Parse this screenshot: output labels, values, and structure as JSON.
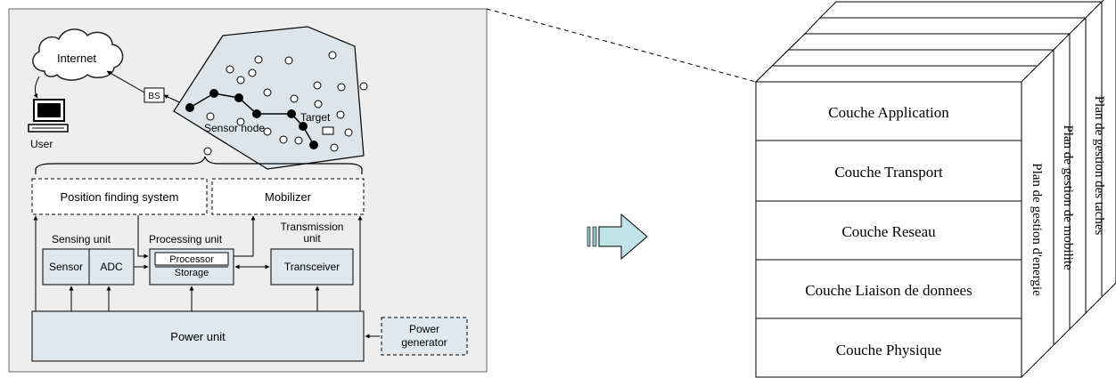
{
  "colors": {
    "panel_bg": "#eeeeee",
    "field_fill": "#dde5ea",
    "unit_fill": "#dfe8ee",
    "arrow_fill": "#bfe3e8",
    "line": "#000000"
  },
  "left": {
    "internet": "Internet",
    "user": "User",
    "bs": "BS",
    "sensor_node": "Sensor node",
    "target": "Target",
    "position_finding": "Position finding system",
    "mobilizer": "Mobilizer",
    "sensing_unit": "Sensing unit",
    "processing_unit": "Processing unit",
    "transmission_unit_1": "Transmission",
    "transmission_unit_2": "unit",
    "sensor": "Sensor",
    "adc": "ADC",
    "processor": "Processor",
    "storage": "Storage",
    "transceiver": "Transceiver",
    "power_unit": "Power unit",
    "power_generator_1": "Power",
    "power_generator_2": "generator"
  },
  "right": {
    "layers": [
      "Couche Application",
      "Couche Transport",
      "Couche Reseau",
      "Couche Liaison de donnees",
      "Couche Physique"
    ],
    "planes": [
      "Plan de gestion d'energie",
      "Plan de gestion de mobilite",
      "Plan de gestion des taches"
    ]
  },
  "icons": {
    "cloud": "cloud-icon",
    "computer": "computer-icon",
    "arrow": "right-arrow-icon"
  }
}
